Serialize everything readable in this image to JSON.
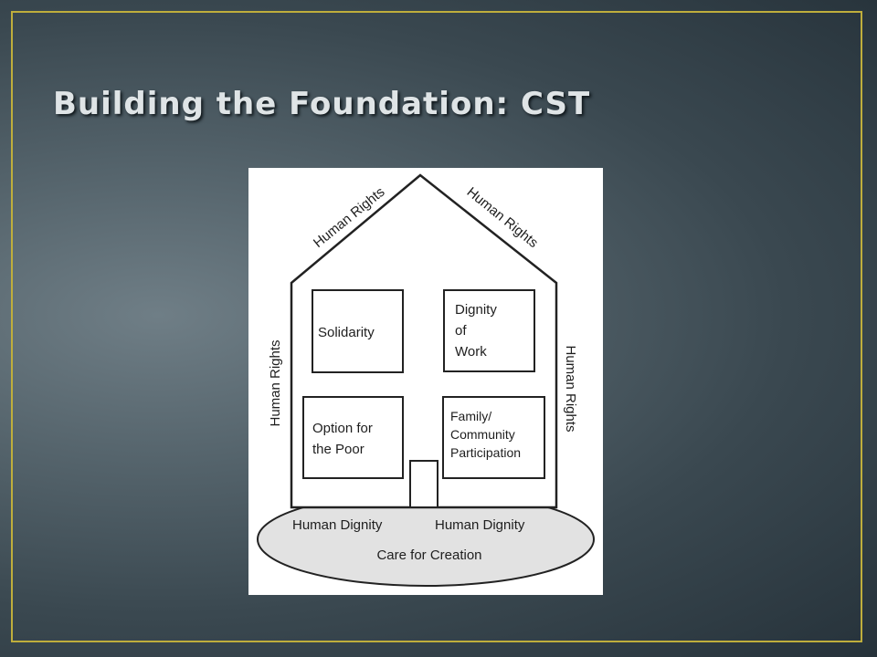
{
  "slide": {
    "title": "Building the Foundation: CST"
  },
  "diagram": {
    "roof_left": "Human Rights",
    "roof_right": "Human Rights",
    "wall_left": "Human Rights",
    "wall_right": "Human Rights",
    "window_top_left": "Solidarity",
    "window_top_right": [
      "Dignity",
      "of",
      "Work"
    ],
    "window_bottom_left": [
      "Option for",
      "the Poor"
    ],
    "window_bottom_right": [
      "Family/",
      "Community",
      "Participation"
    ],
    "foundation_left": "Human Dignity",
    "foundation_right": "Human Dignity",
    "base": "Care for Creation"
  }
}
